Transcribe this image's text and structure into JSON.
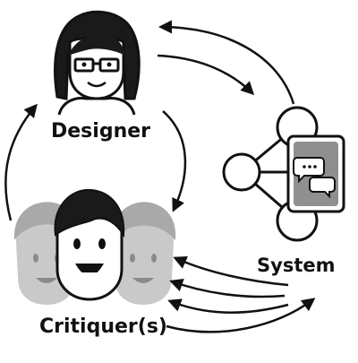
{
  "diagram": {
    "nodes": {
      "designer": {
        "label": "Designer",
        "icon": "designer-woman-with-glasses-icon"
      },
      "system": {
        "label": "System",
        "icon": "system-chat-network-icon"
      },
      "critiquers": {
        "label": "Critiquer(s)",
        "icon": "critiquer-group-faces-icon"
      }
    },
    "edges": [
      {
        "from": "Designer",
        "to": "System"
      },
      {
        "from": "System",
        "to": "Designer"
      },
      {
        "from": "Designer",
        "to": "Critiquer(s)"
      },
      {
        "from": "Critiquer(s)",
        "to": "Designer"
      },
      {
        "from": "System",
        "to": "Critiquer(s)"
      },
      {
        "from": "Critiquer(s)",
        "to": "System"
      }
    ],
    "colors": {
      "stroke": "#111111",
      "hair": "#1a1a1a",
      "gray_face": "#c9c9c9",
      "gray_hair": "#a9a9a9",
      "chat_box": "#8f8f8f"
    }
  }
}
